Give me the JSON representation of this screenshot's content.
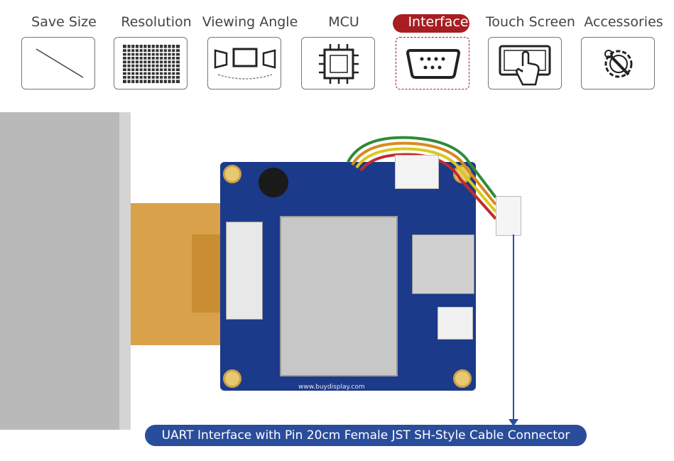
{
  "tabs": [
    {
      "label": "Save Size",
      "icon": "diagonal-line-icon"
    },
    {
      "label": "Resolution",
      "icon": "pixel-grid-icon"
    },
    {
      "label": "Viewing Angle",
      "icon": "monitor-angle-icon"
    },
    {
      "label": "MCU",
      "icon": "chip-icon"
    },
    {
      "label": "Interface",
      "icon": "serial-port-icon",
      "active": true
    },
    {
      "label": "Touch Screen",
      "icon": "touch-hand-icon"
    },
    {
      "label": "Accessories",
      "icon": "gear-wrench-icon"
    }
  ],
  "colors": {
    "active": "#a61e22",
    "caption_bg": "#2a4d9b",
    "pcb": "#1c3a8a"
  },
  "product": {
    "board_label": "www.buydisplay.com"
  },
  "caption": "UART Interface with  Pin 20cm Female JST SH-Style Cable Connector"
}
